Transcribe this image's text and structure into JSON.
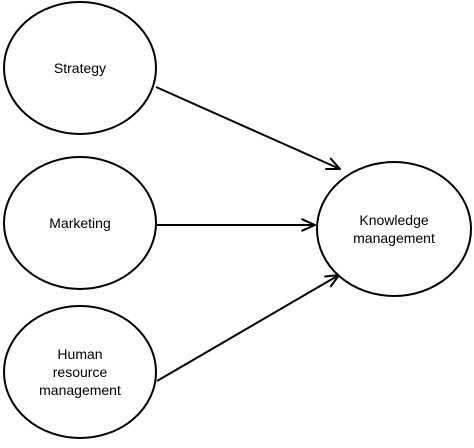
{
  "nodes": [
    {
      "id": "strategy",
      "lines": [
        "Strategy"
      ]
    },
    {
      "id": "marketing",
      "lines": [
        "Marketing"
      ]
    },
    {
      "id": "hrm",
      "lines": [
        "Human",
        "resource",
        "management"
      ]
    },
    {
      "id": "km",
      "lines": [
        "Knowledge",
        "management"
      ]
    }
  ],
  "edges": [
    {
      "from": "strategy",
      "to": "km"
    },
    {
      "from": "marketing",
      "to": "km"
    },
    {
      "from": "hrm",
      "to": "km"
    }
  ],
  "colors": {
    "stroke": "#000000",
    "fill": "#ffffff",
    "text": "#000000"
  }
}
